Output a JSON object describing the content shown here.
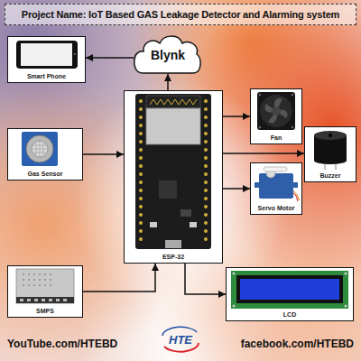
{
  "diagram": {
    "title": "Project Name: IoT Based GAS Leakage Detector and Alarming system",
    "nodes": [
      {
        "text": [
          "Smart Phone"
        ]
      },
      {
        "text": [
          "Blynk"
        ]
      },
      {
        "text": [
          "Gas Sensor"
        ]
      },
      {
        "text": [
          "ESP-32"
        ]
      },
      {
        "text": [
          "Fan"
        ]
      },
      {
        "text": [
          "Buzzer"
        ]
      },
      {
        "text": [
          "Servo Motor"
        ]
      },
      {
        "text": [
          "SMPS"
        ]
      },
      {
        "text": [
          "LCD"
        ]
      }
    ],
    "edges": [
      {
        "from": 1,
        "to": 0,
        "arrow": "to"
      },
      {
        "from": 3,
        "to": 1,
        "arrow": "to"
      },
      {
        "from": 2,
        "to": 3,
        "arrow": "to"
      },
      {
        "from": 3,
        "to": 4,
        "arrow": "to"
      },
      {
        "from": 3,
        "to": 5,
        "arrow": "to"
      },
      {
        "from": 3,
        "to": 6,
        "arrow": "to"
      },
      {
        "from": 7,
        "to": 3,
        "arrow": "to"
      },
      {
        "from": 3,
        "to": 8,
        "arrow": "to"
      }
    ],
    "labels": [
      "YouTube.com/HTEBD",
      "HTE",
      "facebook.com/HTEBD"
    ]
  }
}
